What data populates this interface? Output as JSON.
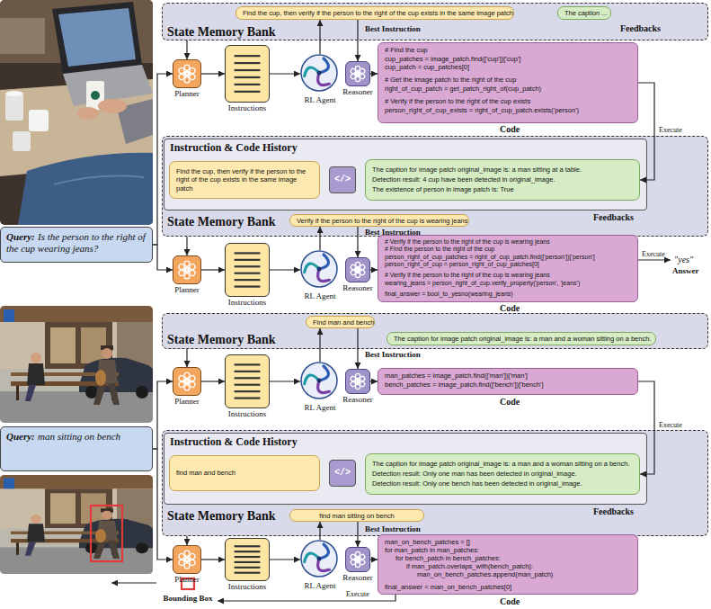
{
  "diagram": {
    "nodes": [
      {
        "text": [
          "Query:",
          "Is the person to the right of the cup wearing jeans?"
        ]
      },
      {
        "text": [
          "State Memory Bank"
        ]
      },
      {
        "text": [
          "Find the cup, then verify if the person to the right of the cup exists in the same image patch"
        ],
        "in": 1
      },
      {
        "text": [
          "The caption ..."
        ],
        "in": 1
      },
      {
        "text": [
          "Planner"
        ]
      },
      {
        "text": [
          "Instructions"
        ]
      },
      {
        "text": [
          "RL Agent"
        ]
      },
      {
        "text": [
          "Reasoner"
        ]
      },
      {
        "text": [
          "# Find the cup",
          "cup_patches = image_patch.find(['cup'])['cup']",
          "cup_patch = cup_patches[0]",
          "# Get the image patch to the right of the cup",
          "right_of_cup_patch = get_patch_right_of(cup_patch)",
          "# Verify if the person to the right of the cup exists",
          "person_right_of_cup_exists = right_of_cup_patch.exists('person')"
        ]
      },
      {
        "text": [
          "State Memory Bank"
        ]
      },
      {
        "text": [
          "Instruction & Code History"
        ],
        "in": 9
      },
      {
        "text": [
          "Find the cup, then verify if the person to the right of the cup exists in the same image patch"
        ],
        "in": 10
      },
      {
        "text": [
          "</>"
        ],
        "in": 10
      },
      {
        "text": [
          "The caption for image patch original_image is: a man sitting at a table.",
          "Detection result: 4 cup have been detected in original_image.",
          "The existence of person in image patch is: True"
        ],
        "in": 10
      },
      {
        "text": [
          "Verify if the person to the right of the cup is wearing jeans"
        ],
        "in": 9
      },
      {
        "text": [
          "Planner"
        ]
      },
      {
        "text": [
          "Instructions"
        ]
      },
      {
        "text": [
          "RL Agent"
        ]
      },
      {
        "text": [
          "Reasoner"
        ]
      },
      {
        "text": [
          "# Verify if the person to the right of the cup is wearing jeans",
          "# Find the person to the right of the cup",
          "person_right_of_cup_patches = right_of_cup_patch.find(['person'])['person']",
          "person_right_of_cup = person_right_of_cup_patches[0]",
          "# Verify if the person to the right of the cup is wearing jeans",
          "wearing_jeans = person_right_of_cup.verify_property('person', 'jeans')",
          "final_answer = bool_to_yesno(wearing_jeans)"
        ]
      },
      {
        "text": [
          "Query:",
          "man sitting on bench"
        ]
      },
      {
        "text": [
          "State Memory Bank"
        ]
      },
      {
        "text": [
          "Find man and bench"
        ],
        "in": 21
      },
      {
        "text": [
          "The caption for image patch original_image is: a man and a woman sitting on a bench."
        ],
        "in": 21
      },
      {
        "text": [
          "Planner"
        ]
      },
      {
        "text": [
          "Instructions"
        ]
      },
      {
        "text": [
          "RL Agent"
        ]
      },
      {
        "text": [
          "Reasoner"
        ]
      },
      {
        "text": [
          "man_patches = image_patch.find(['man'])['man']",
          "bench_patches = image_patch.find(['bench'])['bench']"
        ]
      },
      {
        "text": [
          "State Memory Bank"
        ]
      },
      {
        "text": [
          "Instruction & Code History"
        ],
        "in": 29
      },
      {
        "text": [
          "find man and bench"
        ],
        "in": 30
      },
      {
        "text": [
          "</>"
        ],
        "in": 30
      },
      {
        "text": [
          "The caption for image patch original_image is: a man and a woman sitting on a bench.",
          "Detection result: Only one man has been detected in original_image.",
          "Detection result: Only one bench has been detected in original_image."
        ],
        "in": 30
      },
      {
        "text": [
          "find man sitting on bench"
        ],
        "in": 29
      },
      {
        "text": [
          "Planner"
        ]
      },
      {
        "text": [
          "Instructions"
        ]
      },
      {
        "text": [
          "RL Agent"
        ]
      },
      {
        "text": [
          "Reasoner"
        ]
      },
      {
        "text": [
          "man_on_bench_patches = []",
          "for man_patch in man_patches:",
          "for bench_patch in bench_patches:",
          "if man_patch.overlaps_with(bench_patch):",
          "man_on_bench_patches.append(man_patch)",
          "final_answer = man_on_bench_patches[0]"
        ]
      },
      {
        "text": [
          "Bounding Box"
        ]
      }
    ],
    "edges": [
      {
        "from": 0,
        "to": 4,
        "arrow": "to"
      },
      {
        "from": 0,
        "to": 15,
        "arrow": "to"
      },
      {
        "from": 1,
        "to": 4,
        "arrow": "to"
      },
      {
        "from": 4,
        "to": 5,
        "arrow": "to"
      },
      {
        "from": 5,
        "to": 6,
        "arrow": "to"
      },
      {
        "from": 6,
        "to": 2,
        "arrow": "to"
      },
      {
        "from": 2,
        "to": 7,
        "arrow": "to"
      },
      {
        "from": 7,
        "to": 8,
        "arrow": "to"
      },
      {
        "from": 8,
        "to": 13,
        "label": "Execute",
        "arrow": "to"
      },
      {
        "from": 9,
        "to": 15,
        "arrow": "to"
      },
      {
        "from": 15,
        "to": 16,
        "arrow": "to"
      },
      {
        "from": 16,
        "to": 17,
        "arrow": "to"
      },
      {
        "from": 17,
        "to": 14,
        "arrow": "to"
      },
      {
        "from": 14,
        "to": 18,
        "arrow": "to"
      },
      {
        "from": 18,
        "to": 19,
        "arrow": "to"
      },
      {
        "from": 20,
        "to": 24,
        "arrow": "to"
      },
      {
        "from": 20,
        "to": 35,
        "arrow": "to"
      },
      {
        "from": 21,
        "to": 24,
        "arrow": "to"
      },
      {
        "from": 24,
        "to": 25,
        "arrow": "to"
      },
      {
        "from": 25,
        "to": 26,
        "arrow": "to"
      },
      {
        "from": 26,
        "to": 22,
        "arrow": "to"
      },
      {
        "from": 22,
        "to": 27,
        "arrow": "to"
      },
      {
        "from": 27,
        "to": 28,
        "arrow": "to"
      },
      {
        "from": 28,
        "to": 33,
        "label": "Execute",
        "arrow": "to"
      },
      {
        "from": 29,
        "to": 35,
        "arrow": "to"
      },
      {
        "from": 35,
        "to": 36,
        "arrow": "to"
      },
      {
        "from": 36,
        "to": 37,
        "arrow": "to"
      },
      {
        "from": 37,
        "to": 34,
        "arrow": "to"
      },
      {
        "from": 34,
        "to": 38,
        "arrow": "to"
      },
      {
        "from": 38,
        "to": 39,
        "arrow": "to"
      },
      {
        "from": 39,
        "to": 40,
        "label": "Execute",
        "arrow": "to"
      }
    ],
    "labels": [
      "Best Instruction",
      "Feedbacks",
      "Code",
      "Feedbacks",
      "Best Instruction",
      "Code",
      "Execute",
      "\"yes\"",
      "Answer",
      "Best Instruction",
      "Code",
      "Feedbacks",
      "Best Instruction",
      "Code"
    ]
  }
}
